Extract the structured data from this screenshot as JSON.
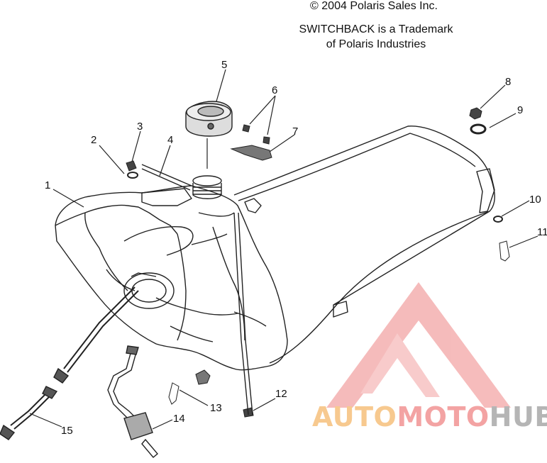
{
  "header": {
    "copyright": "© 2004 Polaris Sales Inc.",
    "trademark_line1": "SWITCHBACK is a Trademark",
    "trademark_line2": "of Polaris Industries"
  },
  "callouts": [
    "1",
    "2",
    "3",
    "4",
    "5",
    "6",
    "7",
    "8",
    "9",
    "10",
    "11",
    "12",
    "13",
    "14",
    "15"
  ],
  "watermark": {
    "part1": "AUTO",
    "part2": "MOTO",
    "part3": "HUB",
    "colors": {
      "auto": "#f7c98f",
      "moto": "#f3a3a3",
      "hub": "#b5b5b5",
      "triangle": "#f4aaaa"
    }
  }
}
